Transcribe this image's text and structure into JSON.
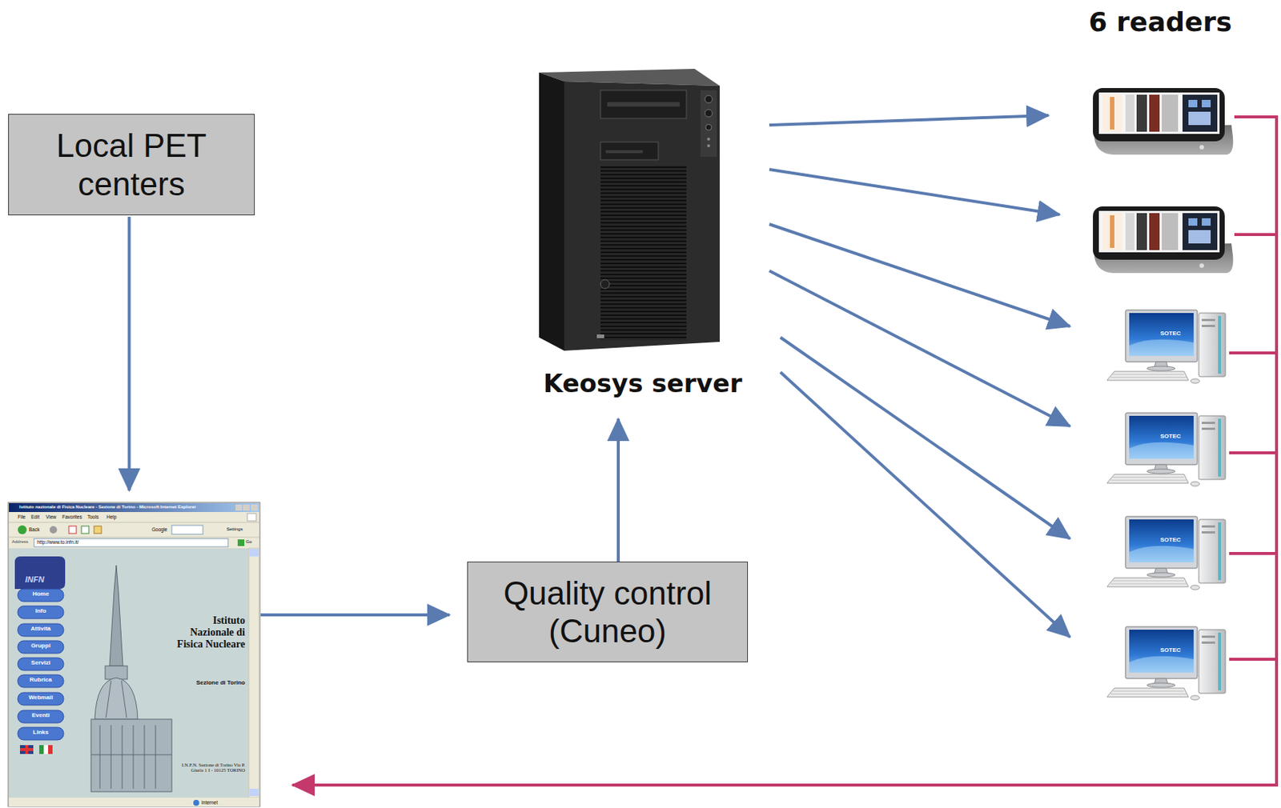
{
  "diagram": {
    "nodes": [
      {
        "text": [
          "Local PET centers"
        ]
      },
      {
        "text": [
          "Keosys server"
        ]
      },
      {
        "text": [
          "6 readers"
        ]
      },
      {
        "text": [
          "Istituto Nazionale di Fisica Nucleare",
          "Sezione di Torino"
        ]
      },
      {
        "text": [
          "Quality control (Cuneo)"
        ]
      }
    ],
    "edges": [
      {
        "from": 0,
        "to": 3,
        "arrow": "to"
      },
      {
        "from": 3,
        "to": 4,
        "arrow": "to"
      },
      {
        "from": 4,
        "to": 1,
        "arrow": "to"
      },
      {
        "from": 1,
        "to": 2,
        "arrow": "to"
      },
      {
        "from": 1,
        "to": 2,
        "arrow": "to"
      },
      {
        "from": 1,
        "to": 2,
        "arrow": "to"
      },
      {
        "from": 1,
        "to": 2,
        "arrow": "to"
      },
      {
        "from": 1,
        "to": 2,
        "arrow": "to"
      },
      {
        "from": 1,
        "to": 2,
        "arrow": "to"
      },
      {
        "from": 2,
        "to": 3,
        "arrow": "to"
      }
    ],
    "labels": [
      "Istituto nazionale di Fisica Nucleare - Sezione di Torino - Microsoft Internet Explorer",
      "File",
      "Edit",
      "View",
      "Favorites",
      "Tools",
      "Help",
      "Back",
      "Google",
      "Settings",
      "Address",
      "http://www.to.infn.it/",
      "Go",
      "INFN",
      "Home",
      "Info",
      "Attività",
      "Gruppi",
      "Servizi",
      "Rubrica",
      "Webmail",
      "Eventi",
      "Links",
      "I.N.F.N. Sezione di Torino Via P. Giuria 1 I - 10125 TORINO",
      "Internet",
      "SOTEC",
      "SOTEC",
      "SOTEC",
      "SOTEC"
    ]
  }
}
